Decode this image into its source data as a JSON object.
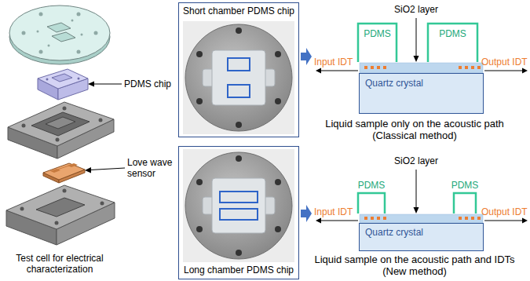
{
  "diagram": {
    "nodes": [
      {
        "text": [
          "Short chamber PDMS chip"
        ]
      },
      {
        "text": [
          "Quartz crystal"
        ]
      },
      {
        "text": [
          "Long chamber PDMS chip"
        ]
      },
      {
        "text": [
          "Quartz crystal"
        ]
      }
    ],
    "labels": [
      "PDMS chip",
      "Love wave sensor",
      "Test cell for electrical characterization",
      "SiO2 layer",
      "PDMS",
      "PDMS",
      "Input IDT",
      "Output IDT",
      "Liquid sample only on the acoustic path (Classical method)",
      "SiO2 layer",
      "PDMS",
      "PDMS",
      "Input IDT",
      "Output IDT",
      "Liquid sample on the acoustic path and IDTs (New method)"
    ]
  }
}
